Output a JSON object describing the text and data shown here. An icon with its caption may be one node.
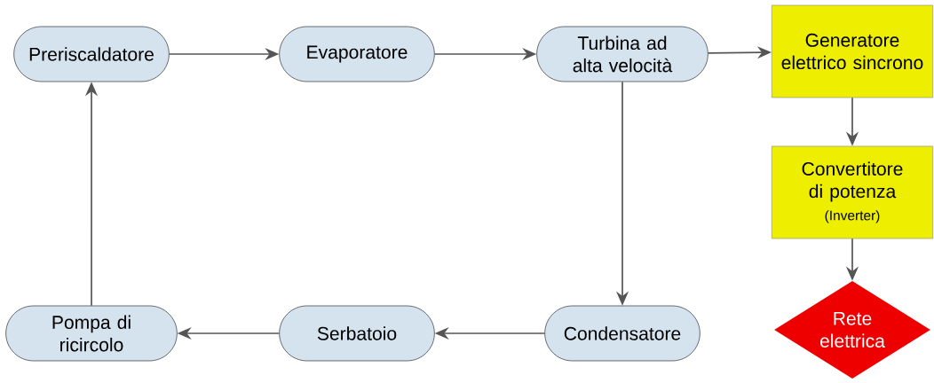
{
  "diagram": {
    "nodes": [
      {
        "text": [
          "Preriscaldatore"
        ]
      },
      {
        "text": [
          "Evaporatore"
        ]
      },
      {
        "text": [
          "Turbina ad alta velocità"
        ]
      },
      {
        "text": [
          "Generatore elettrico sincrono"
        ]
      },
      {
        "text": [
          "Convertitore di potenza",
          "(Inverter)"
        ]
      },
      {
        "text": [
          "Rete elettrica"
        ]
      },
      {
        "text": [
          "Condensatore"
        ]
      },
      {
        "text": [
          "Serbatoio"
        ]
      },
      {
        "text": [
          "Pompa di ricircolo"
        ]
      }
    ],
    "edges": [
      {
        "from": 0,
        "to": 1,
        "arrow": "to"
      },
      {
        "from": 1,
        "to": 2,
        "arrow": "to"
      },
      {
        "from": 2,
        "to": 3,
        "arrow": "to"
      },
      {
        "from": 3,
        "to": 4,
        "arrow": "to"
      },
      {
        "from": 4,
        "to": 5,
        "arrow": "to"
      },
      {
        "from": 2,
        "to": 6,
        "arrow": "to"
      },
      {
        "from": 6,
        "to": 7,
        "arrow": "to"
      },
      {
        "from": 7,
        "to": 8,
        "arrow": "to"
      },
      {
        "from": 8,
        "to": 0,
        "arrow": "to"
      }
    ]
  }
}
